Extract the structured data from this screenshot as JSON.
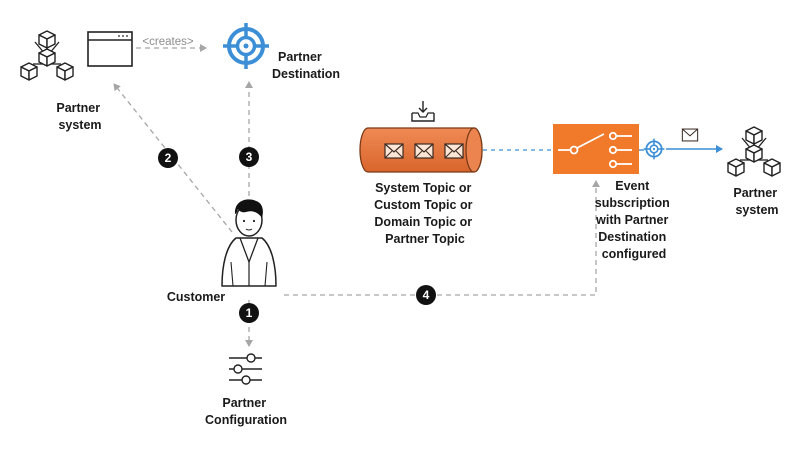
{
  "labels": {
    "partner_system_left": [
      "Partner",
      "system"
    ],
    "creates": "<creates>",
    "partner_destination": [
      "Partner",
      "Destination"
    ],
    "topic": [
      "System Topic or",
      "Custom Topic or",
      "Domain Topic or",
      "Partner Topic"
    ],
    "event_subscription": [
      "Event",
      "subscription",
      "with Partner",
      "Destination",
      "configured"
    ],
    "partner_system_right": [
      "Partner",
      "system"
    ],
    "customer": "Customer",
    "partner_configuration": [
      "Partner",
      "Configuration"
    ]
  },
  "steps": [
    "1",
    "2",
    "3",
    "4"
  ],
  "colors": {
    "arrow_gray": "#a6a6a6",
    "accent_blue": "#3c8fd6",
    "topic_orange": "#e8743b",
    "switch_orange": "#f0792a"
  },
  "icons": [
    "blocks-icon",
    "browser-window-icon",
    "target-icon",
    "inbox-icon",
    "envelope-icon",
    "switch-icon",
    "person-icon",
    "sliders-icon"
  ]
}
